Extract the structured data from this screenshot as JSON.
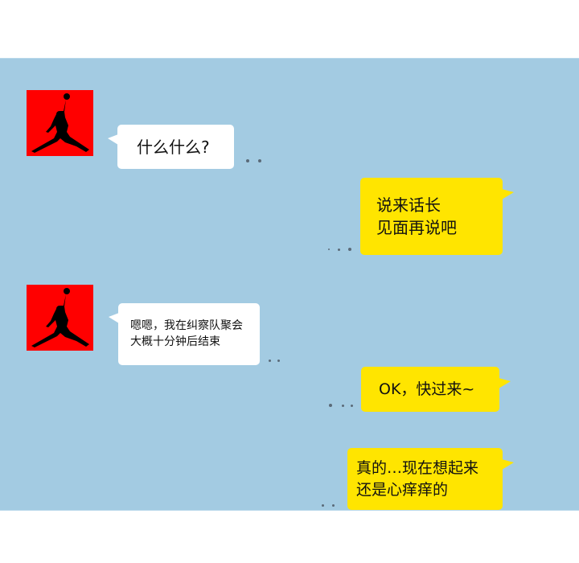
{
  "colors": {
    "panel_bg": "#a3cbe2",
    "incoming_bubble": "#ffffff",
    "outgoing_bubble": "#ffe500",
    "avatar_bg": "#ff0000"
  },
  "messages": [
    {
      "side": "left",
      "avatar": "jumpman-logo-icon",
      "text": "什么什么?"
    },
    {
      "side": "right",
      "text": "说来话长\n见面再说吧"
    },
    {
      "side": "left",
      "avatar": "jumpman-logo-icon",
      "text": "嗯嗯，我在纠察队聚会\n大概十分钟后结束"
    },
    {
      "side": "right",
      "text": "OK，快过来~"
    },
    {
      "side": "right",
      "text": "真的…现在想起来\n还是心痒痒的"
    }
  ]
}
